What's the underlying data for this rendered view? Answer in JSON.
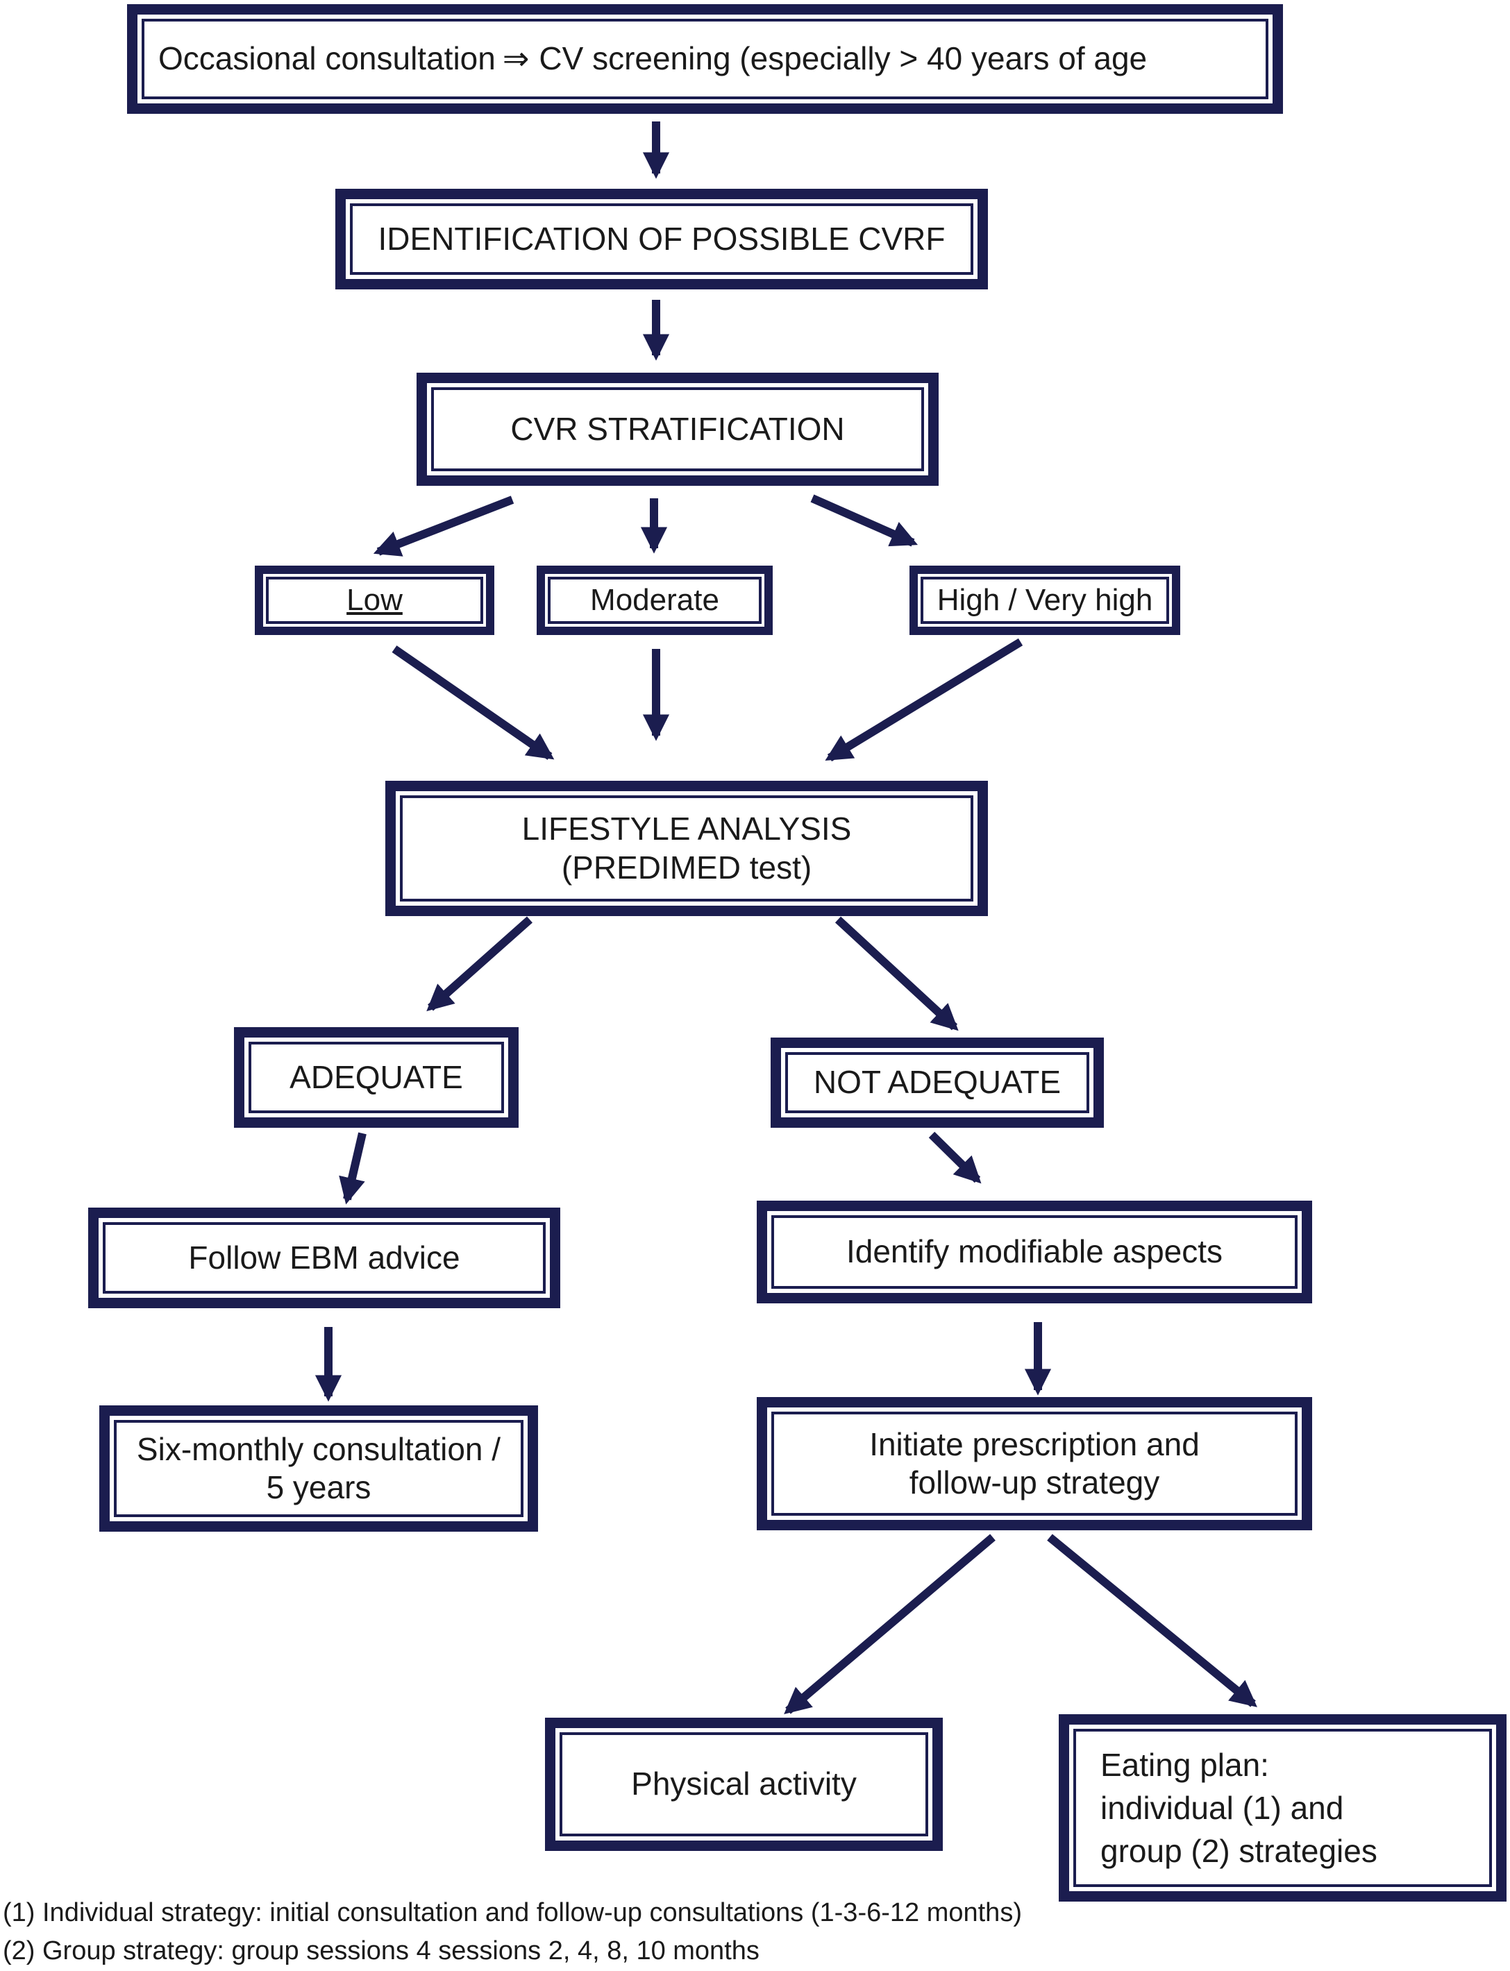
{
  "colors": {
    "box_border": "#1b1d4f",
    "arrow": "#1b1d4f",
    "text": "#1a1a1a"
  },
  "nodes": {
    "screening": {
      "text_pre": "Occasional consultation",
      "symbol": "⇒",
      "text_post": "CV screening (especially > 40 years of age"
    },
    "identification": {
      "text": "IDENTIFICATION OF POSSIBLE CVRF"
    },
    "stratification": {
      "text": "CVR STRATIFICATION"
    },
    "risk_low": {
      "text": "Low"
    },
    "risk_moderate": {
      "text": "Moderate"
    },
    "risk_high": {
      "text": "High / Very high"
    },
    "lifestyle": {
      "line1": "LIFESTYLE ANALYSIS",
      "line2": "(PREDIMED test)"
    },
    "adequate": {
      "text": "ADEQUATE"
    },
    "not_adequate": {
      "text": "NOT ADEQUATE"
    },
    "follow_ebm": {
      "text": "Follow EBM advice"
    },
    "identify_modifiable": {
      "text": "Identify modifiable aspects"
    },
    "six_monthly": {
      "line1": "Six-monthly consultation /",
      "line2": "5 years"
    },
    "initiate": {
      "line1": "Initiate prescription and",
      "line2": "follow-up strategy"
    },
    "physical": {
      "text": "Physical activity"
    },
    "eating": {
      "line1": "Eating plan:",
      "line2": "individual (1) and",
      "line3": "group (2) strategies"
    }
  },
  "footnotes": {
    "note1": "(1) Individual strategy: initial consultation and follow-up consultations (1-3-6-12 months)",
    "note2": "(2) Group strategy: group sessions 4 sessions 2, 4, 8, 10 months"
  }
}
